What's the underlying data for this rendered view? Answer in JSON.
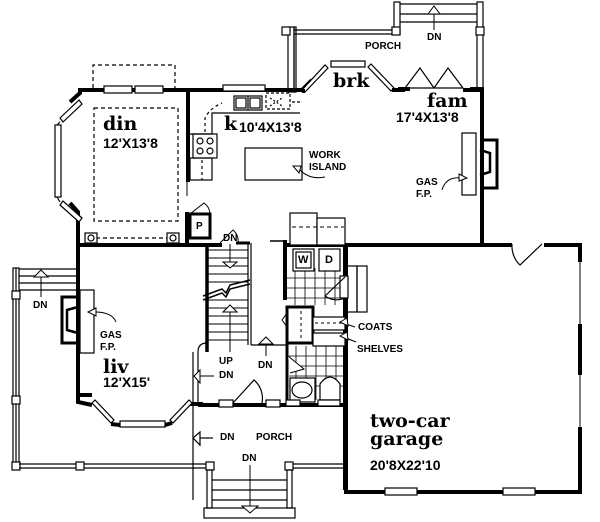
{
  "plan": {
    "rooms": {
      "dining": {
        "name": "din",
        "size": "12'X13'8"
      },
      "kitchen": {
        "name": "k",
        "size": "10'4X13'8"
      },
      "breakfast": {
        "name": "brk"
      },
      "family": {
        "name": "fam",
        "size": "17'4X13'8"
      },
      "living": {
        "name": "liv",
        "size": "12'X15'"
      },
      "garage": {
        "name_line1": "two-car",
        "name_line2": "garage",
        "size": "20'8X22'10"
      }
    },
    "labels": {
      "porch_top": "PORCH",
      "porch_front": "PORCH",
      "work_island_line1": "WORK",
      "work_island_line2": "ISLAND",
      "gas_fp_fam_line1": "GAS",
      "gas_fp_fam_line2": "F.P.",
      "gas_fp_liv_line1": "GAS",
      "gas_fp_liv_line2": "F.P.",
      "coats": "COATS",
      "shelves": "SHELVES",
      "pantry": "P",
      "washer": "W",
      "dryer": "D",
      "stairs_up": "UP",
      "stairs_dn": "DN",
      "dn_top_porch": "DN",
      "dn_left_porch": "DN",
      "dn_basement": "DN",
      "dn_foyer": "DN",
      "dn_foyer_side": "DN",
      "dn_front_porch_side": "DN",
      "dn_front_steps": "DN"
    },
    "colors": {
      "wall": "#000000",
      "background": "#ffffff"
    }
  }
}
